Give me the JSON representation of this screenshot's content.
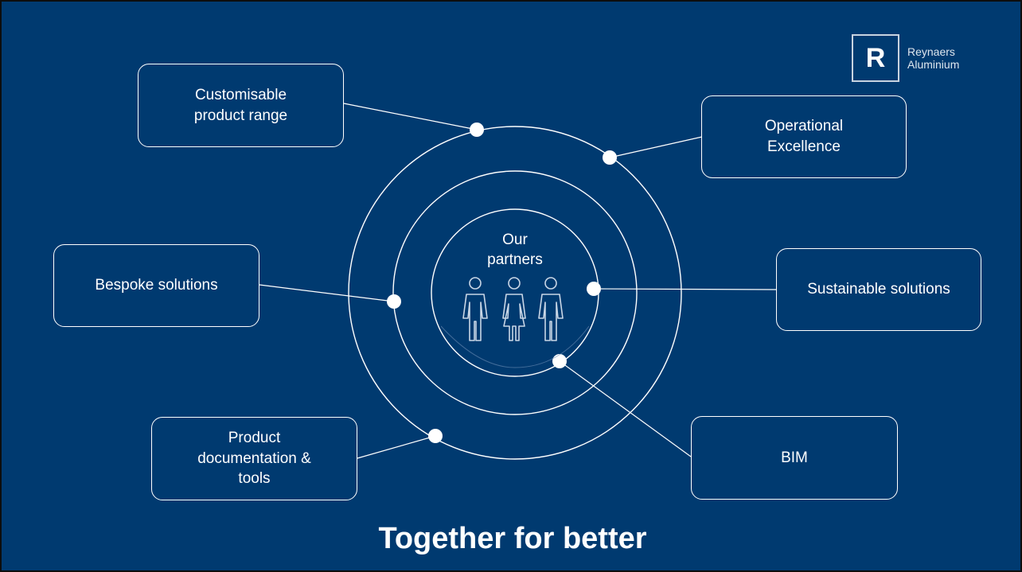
{
  "logo": {
    "letter": "R",
    "line1": "Reynaers",
    "line2": "Aluminium"
  },
  "center": {
    "line1": "Our",
    "line2": "partners",
    "icon": "three-people-icon"
  },
  "boxes": {
    "customisable": {
      "line1": "Customisable",
      "line2": "product range"
    },
    "operational": {
      "line1": "Operational",
      "line2": "Excellence"
    },
    "bespoke": {
      "line1": "Bespoke solutions"
    },
    "sustainable": {
      "line1": "Sustainable solutions"
    },
    "documentation": {
      "line1": "Product",
      "line2": "documentation &",
      "line3": "tools"
    },
    "bim": {
      "line1": "BIM"
    }
  },
  "title": "Together for better",
  "colors": {
    "background": "#003a70",
    "foreground": "#ffffff"
  }
}
